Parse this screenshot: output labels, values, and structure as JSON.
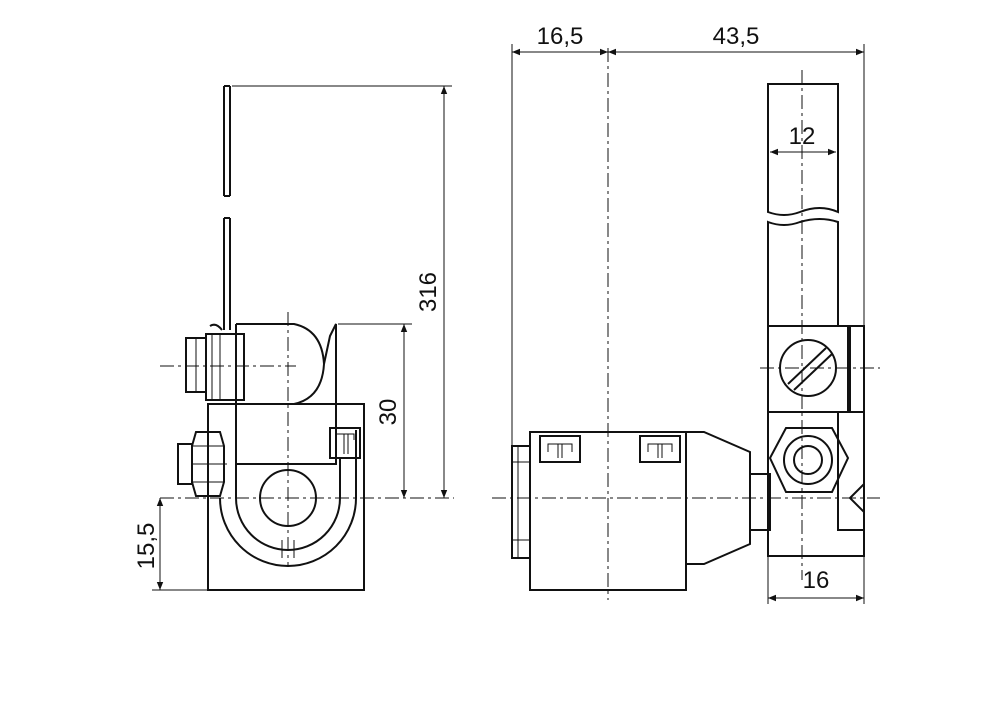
{
  "dimensions": {
    "left_lever_length": "316",
    "left_height": "30",
    "left_offset": "15,5",
    "right_offset": "16,5",
    "right_width": "43,5",
    "right_rod_width": "12",
    "right_bottom_width": "16"
  },
  "colors": {
    "line": "#111111",
    "background": "#ffffff"
  }
}
